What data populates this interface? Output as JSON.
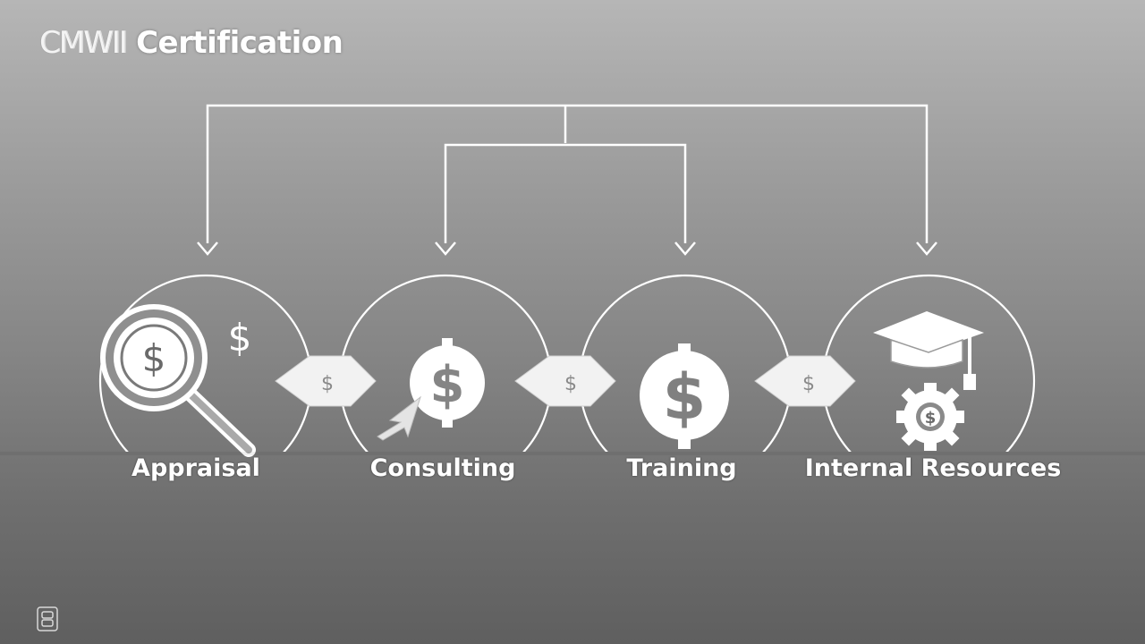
{
  "title": {
    "abbr": "CMWII",
    "rest": " Certification"
  },
  "nodes": [
    {
      "label": "Appraisal",
      "icon": "magnifier-dollar-icon"
    },
    {
      "label": "Consulting",
      "icon": "dollar-cursor-icon"
    },
    {
      "label": "Training",
      "icon": "dollar-coin-icon"
    },
    {
      "label": "Internal Resources",
      "icon": "graduation-cap-gear-icon"
    }
  ],
  "connectors": [
    {
      "symbol": "$"
    },
    {
      "symbol": "$"
    },
    {
      "symbol": "$"
    }
  ],
  "decor": {
    "dollar_symbol": "$"
  },
  "colors": {
    "line": "#ffffff",
    "background_top": "#b6b6b6",
    "background_bottom": "#5f5f5f"
  }
}
